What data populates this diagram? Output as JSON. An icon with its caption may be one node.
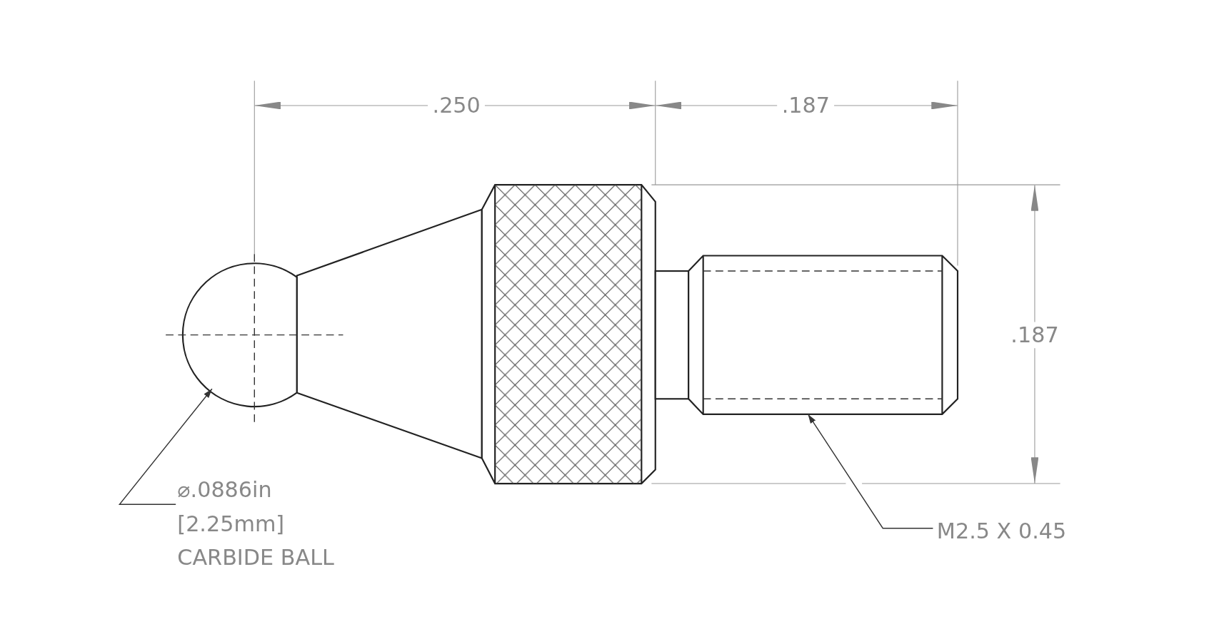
{
  "diagram": {
    "nodes": [
      {
        "text": [],
        "shape": "circle"
      },
      {
        "text": [
          "⌀.0886in",
          "[2.25mm]",
          "CARBIDE BALL"
        ]
      },
      {
        "text": [],
        "shape": "box"
      },
      {
        "text": [
          "M2.5 X 0.45"
        ]
      }
    ],
    "edges": [
      {
        "from": 1,
        "to": 0,
        "arrow": "to"
      },
      {
        "from": 3,
        "to": 2,
        "arrow": "to"
      }
    ],
    "labels": [
      ".250",
      ".187",
      ".187"
    ]
  }
}
